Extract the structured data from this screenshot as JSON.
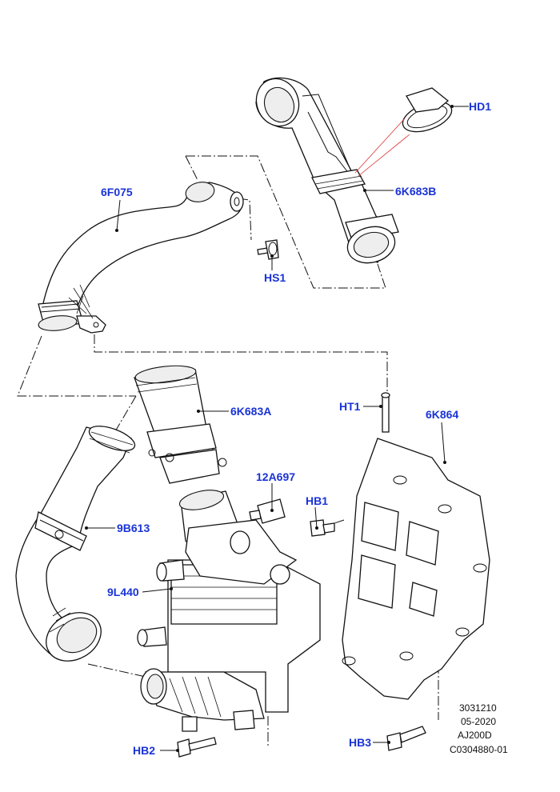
{
  "callouts": {
    "hd1": "HD1",
    "k683b": "6K683B",
    "f075": "6F075",
    "hs1": "HS1",
    "ht1": "HT1",
    "k683a": "6K683A",
    "k864": "6K864",
    "a697": "12A697",
    "hb1": "HB1",
    "b613": "9B613",
    "l440": "9L440",
    "hb2": "HB2",
    "hb3": "HB3"
  },
  "footer": {
    "line1": "3031210",
    "line2": "05-2020",
    "line3": "AJ200D",
    "line4": "C0304880-01"
  },
  "colors": {
    "callout_text": "#1a33d6",
    "line": "#111111",
    "red_guide": "#e03030"
  }
}
